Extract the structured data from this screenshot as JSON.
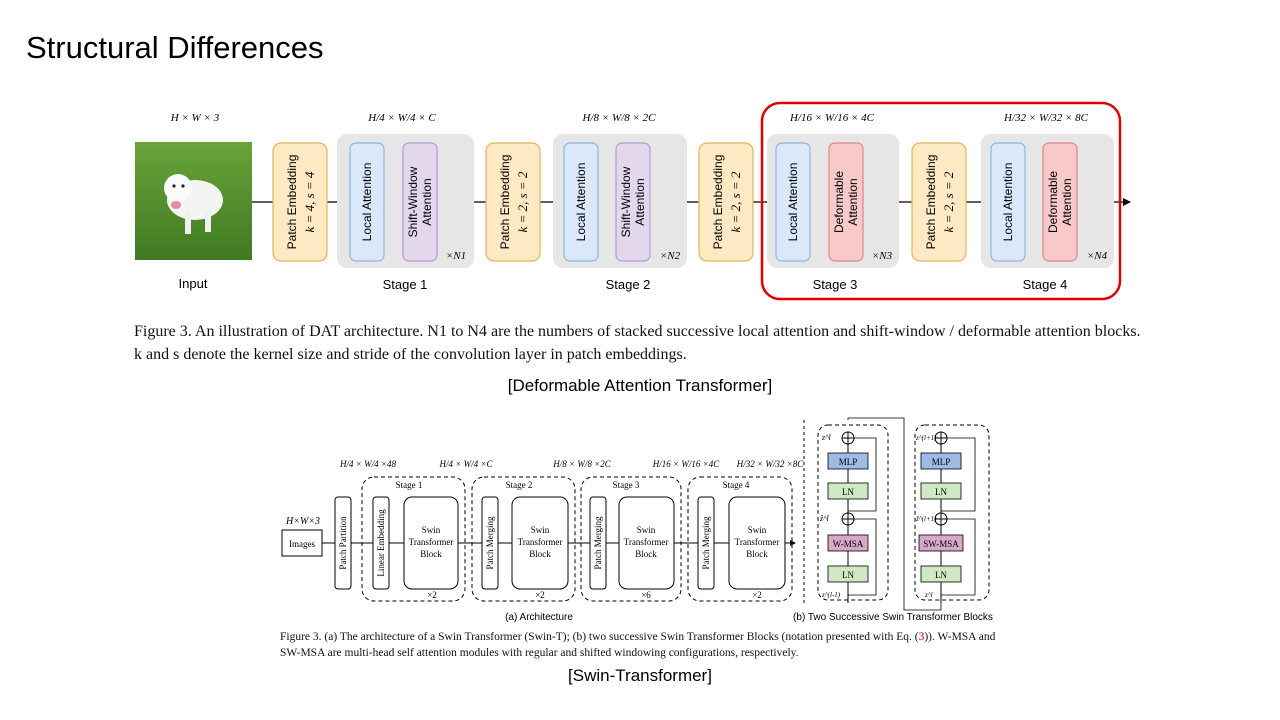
{
  "slide": {
    "title": "Structural Differences",
    "dat_label": "[Deformable Attention Transformer]",
    "swin_label": "[Swin-Transformer]"
  },
  "colors": {
    "highlight_border": "#e00000",
    "patch_embed_fill": "#fde9c4",
    "patch_embed_stroke": "#e8b25a",
    "local_attn_fill": "#dbe8fa",
    "local_attn_stroke": "#8fb3e6",
    "shift_window_fill": "#e3d7ee",
    "shift_window_stroke": "#b39ad0",
    "deformable_fill": "#f7c9c9",
    "deformable_stroke": "#e08585",
    "stage_bg": "#e6e6e6",
    "swin_mlp": "#9dbbe6",
    "swin_ln": "#cfe8c6",
    "swin_wmsa": "#d6a8cc"
  },
  "dat": {
    "input_dim": "H × W × 3",
    "input_label": "Input",
    "input_image_icon": "dog-photo",
    "patch_embeds": [
      {
        "title": "Patch Embedding",
        "params": "k = 4, s = 4"
      },
      {
        "title": "Patch Embedding",
        "params": "k = 2, s = 2"
      },
      {
        "title": "Patch Embedding",
        "params": "k = 2, s = 2"
      },
      {
        "title": "Patch Embedding",
        "params": "k = 2, s = 2"
      }
    ],
    "stages": [
      {
        "label": "Stage 1",
        "dim": "H/4 × W/4 × C",
        "block1": "Local Attention",
        "block2": "Shift-Window Attention",
        "repeat": "×N1"
      },
      {
        "label": "Stage 2",
        "dim": "H/8 × W/8 × 2C",
        "block1": "Local Attention",
        "block2": "Shift-Window Attention",
        "repeat": "×N2"
      },
      {
        "label": "Stage 3",
        "dim": "H/16 × W/16 × 4C",
        "block1": "Local Attention",
        "block2": "Deformable Attention",
        "repeat": "×N3"
      },
      {
        "label": "Stage 4",
        "dim": "H/32 × W/32 × 8C",
        "block1": "Local Attention",
        "block2": "Deformable Attention",
        "repeat": "×N4"
      }
    ],
    "caption": "Figure 3. An illustration of DAT architecture. N1 to N4 are the numbers of stacked successive local attention and shift-window / deformable attention blocks. k and s denote the kernel size and stride of the convolution layer in patch embeddings."
  },
  "swin": {
    "input_dim": "H×W×3",
    "images_label": "Images",
    "patch_partition": "Patch Partition",
    "linear_embedding": "Linear Embedding",
    "patch_merging": "Patch Merging",
    "block_label": "Swin Transformer Block",
    "dims": [
      "H/4 × W/4 ×48",
      "H/4 × W/4 ×C",
      "H/8 × W/8 ×2C",
      "H/16 × W/16 ×4C",
      "H/32 × W/32 ×8C"
    ],
    "stages": [
      {
        "label": "Stage 1",
        "repeat": "×2"
      },
      {
        "label": "Stage 2",
        "repeat": "×2"
      },
      {
        "label": "Stage 3",
        "repeat": "×6"
      },
      {
        "label": "Stage 4",
        "repeat": "×2"
      }
    ],
    "arch_label": "(a) Architecture",
    "blocks_label": "(b) Two Successive Swin Transformer Blocks",
    "block_a": {
      "mlp": "MLP",
      "ln_top": "LN",
      "msa": "W-MSA",
      "ln_bottom": "LN",
      "z_out": "z^l",
      "z_mid": "ẑ^l",
      "z_in": "z^(l-1)"
    },
    "block_b": {
      "mlp": "MLP",
      "ln_top": "LN",
      "msa": "SW-MSA",
      "ln_bottom": "LN",
      "z_out": "z^(l+1)",
      "z_mid": "ẑ^(l+1)",
      "z_in": "z^l"
    },
    "caption_part1": "Figure 3. (a) The architecture of a Swin Transformer (Swin-T); (b) two successive Swin Transformer Blocks (notation presented with Eq. (",
    "caption_cite": "3",
    "caption_part2": ")). W-MSA and SW-MSA are multi-head self attention modules with regular and shifted windowing configurations, respectively."
  }
}
